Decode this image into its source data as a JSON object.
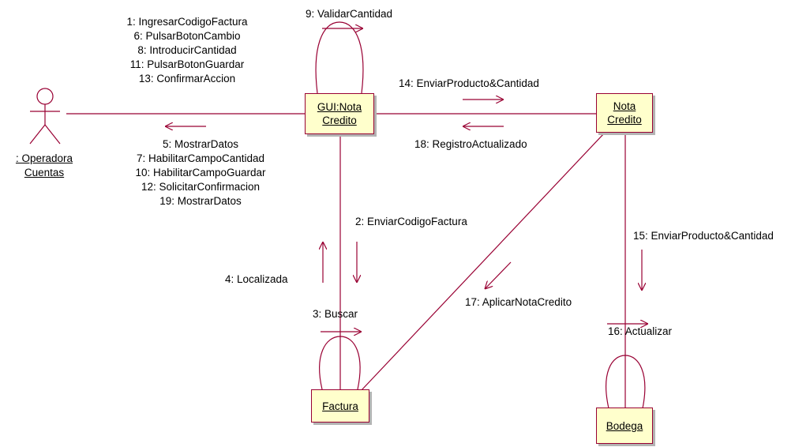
{
  "actor": {
    "name_line1": ": Operadora",
    "name_line2": "Cuentas"
  },
  "objects": {
    "gui": {
      "line1": "GUI:Nota",
      "line2": "Credito"
    },
    "nota": {
      "line1": "Nota",
      "line2": "Credito"
    },
    "factura": {
      "line1": "Factura"
    },
    "bodega": {
      "line1": "Bodega"
    }
  },
  "messages": {
    "actor_to_gui": [
      "1: IngresarCodigoFactura",
      "6: PulsarBotonCambio",
      "8: IntroducirCantidad",
      "11: PulsarBotonGuardar",
      "13: ConfirmarAccion"
    ],
    "gui_to_actor": [
      "5: MostrarDatos",
      "7: HabilitarCampoCantidad",
      "10: HabilitarCampoGuardar",
      "12: SolicitarConfirmacion",
      "19: MostrarDatos"
    ],
    "gui_self": "9: ValidarCantidad",
    "gui_to_nota": "14: EnviarProducto&Cantidad",
    "nota_to_gui": "18: RegistroActualizado",
    "gui_to_factura": "2: EnviarCodigoFactura",
    "factura_to_gui": "4: Localizada",
    "factura_self": "3: Buscar",
    "nota_to_factura": "17: AplicarNotaCredito",
    "nota_to_bodega": "15: EnviarProducto&Cantidad",
    "bodega_self": "16: Actualizar"
  },
  "colors": {
    "line": "#990033",
    "object_fill": "#ffffcc",
    "shadow": "#b3b3b3"
  }
}
